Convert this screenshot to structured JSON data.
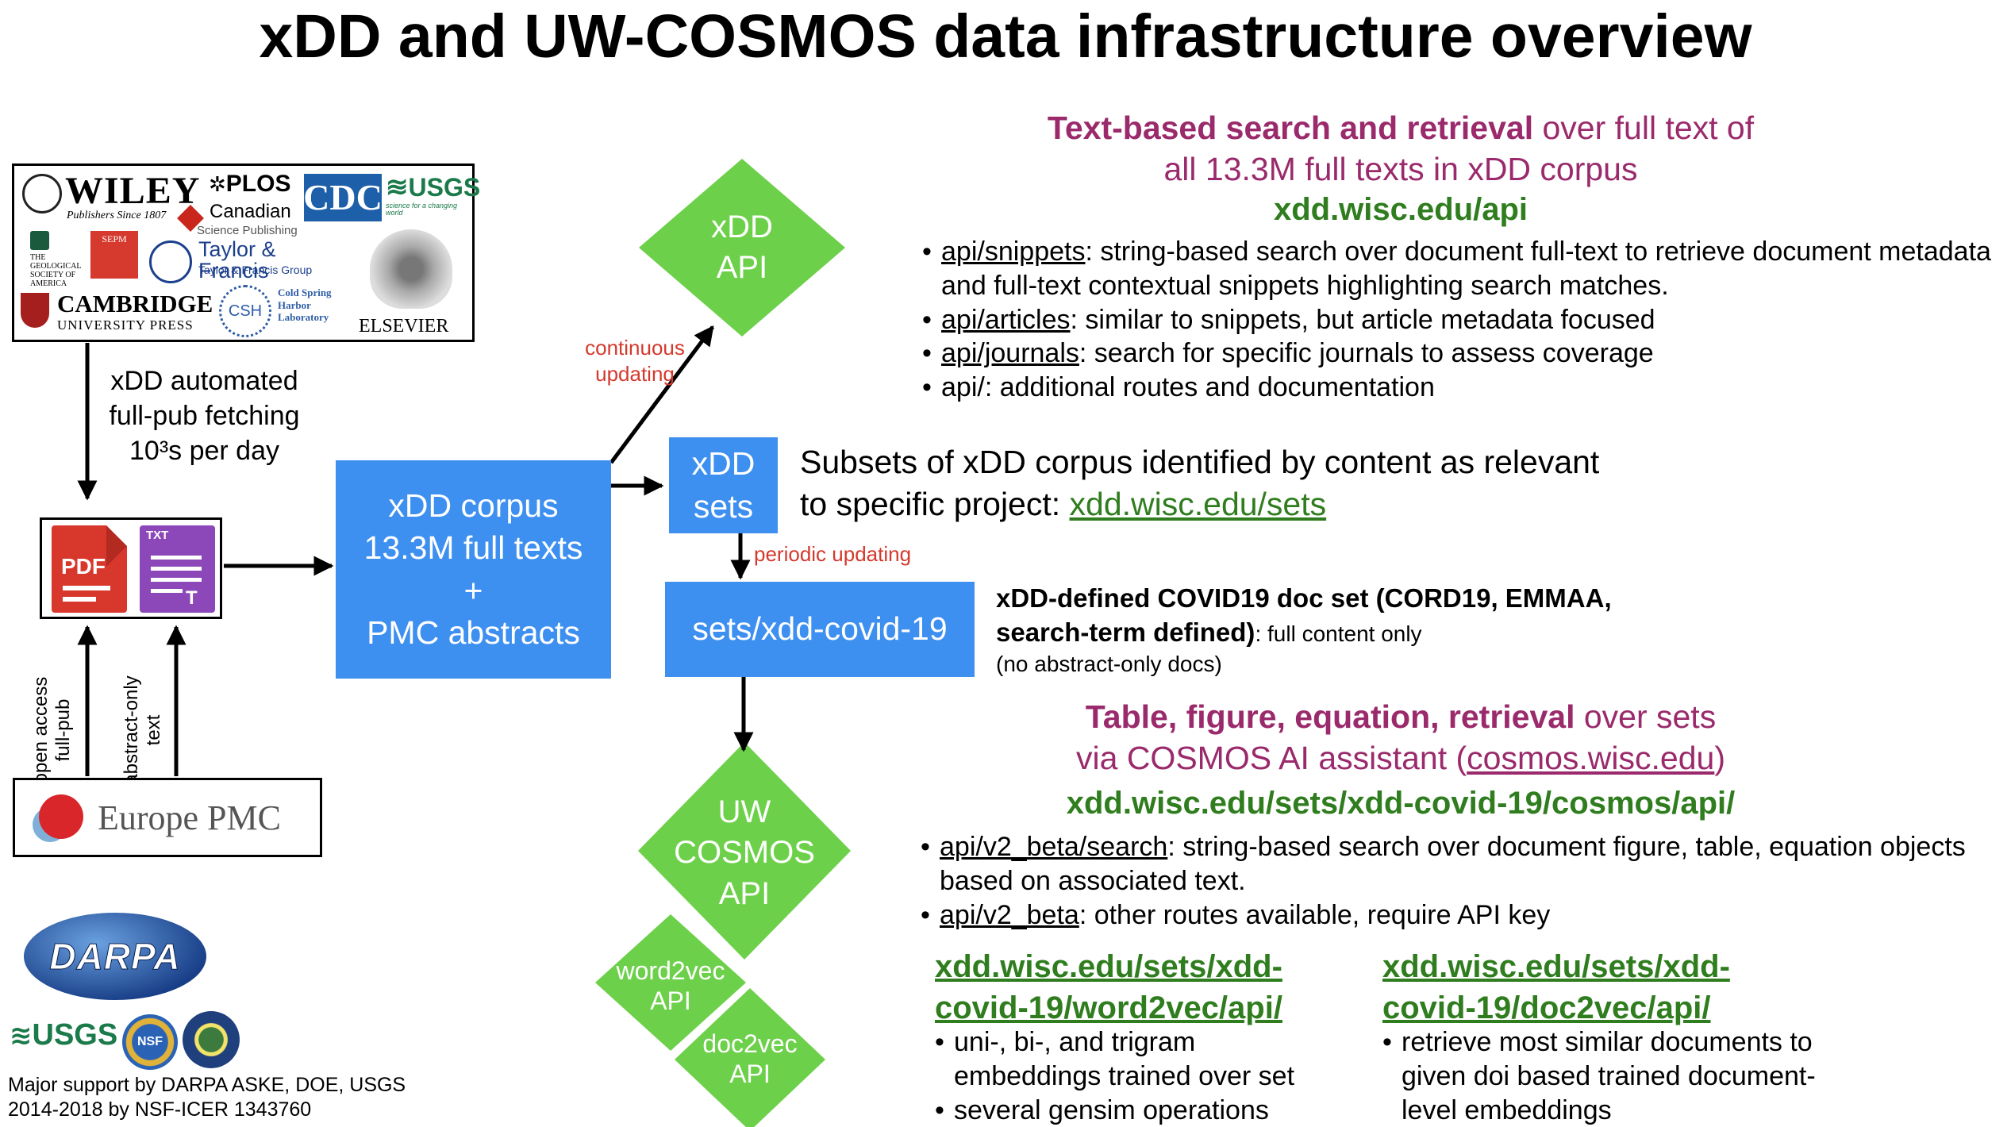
{
  "title": "xDD and UW-COSMOS data infrastructure overview",
  "colors": {
    "box_blue": "#3d8ff0",
    "diamond_green": "#6dd04a",
    "purple": "#9a2a6b",
    "link_green": "#2f7d1e",
    "red_note": "#d4392d"
  },
  "publishers": {
    "wiley": "WILEY",
    "wiley_sub": "Publishers Since 1807",
    "plos": "PLOS",
    "canadian": "Canadian",
    "canadian_sub": "Science Publishing",
    "cdc": "CDC",
    "usgs": "USGS",
    "usgs_sub": "science for a changing world",
    "gsa": "THE GEOLOGICAL SOCIETY OF AMERICA",
    "sepm": "SEPM",
    "tf": "Taylor & Francis",
    "tf_sub": "Taylor & Francis Group",
    "cambridge": "CAMBRIDGE",
    "cambridge_sub": "UNIVERSITY PRESS",
    "csh": "CSH",
    "csh_sub": "Cold Spring Harbor Laboratory",
    "elsevier": "ELSEVIER"
  },
  "fetching_text": [
    "xDD automated",
    "full-pub fetching",
    "10³s per day"
  ],
  "file_icons": {
    "pdf": "PDF",
    "txt": "TXT",
    "txt_mark": "T"
  },
  "europe_pmc": "Europe PMC",
  "pmc_arrows": {
    "open_access": [
      "open access",
      "full-pub"
    ],
    "abstract_only": [
      "abstract-only",
      "text"
    ]
  },
  "corpus_box": [
    "xDD corpus",
    "13.3M full texts",
    "+",
    "PMC abstracts"
  ],
  "xdd_api_diamond": [
    "xDD",
    "API"
  ],
  "continuous_updating": [
    "continuous",
    "updating"
  ],
  "xdd_sets_box": [
    "xDD",
    "sets"
  ],
  "periodic_updating": "periodic updating",
  "covid_box": "sets/xdd-covid-19",
  "cosmos_diamond": [
    "UW",
    "COSMOS",
    "API"
  ],
  "word2vec_diamond": [
    "word2vec",
    "API"
  ],
  "doc2vec_diamond": [
    "doc2vec",
    "API"
  ],
  "api_section": {
    "heading_bold": "Text-based search and retrieval",
    "heading_rest": " over full text of",
    "heading_line2": "all 13.3M full texts in xDD corpus",
    "link": "xdd.wisc.edu/api",
    "bullets": [
      {
        "code": "api/snippets",
        "text": ": string-based search over document full-text to retrieve document metadata and full-text contextual snippets highlighting search matches."
      },
      {
        "code": "api/articles",
        "text": ": similar to snippets, but article metadata focused"
      },
      {
        "code": "api/journals",
        "text": ": search for specific journals to assess coverage"
      },
      {
        "code": "",
        "text": "api/: additional routes and documentation"
      }
    ]
  },
  "sets_section": {
    "line1": "Subsets of xDD corpus identified by content as relevant",
    "line2_prefix": "to specific project: ",
    "link": "xdd.wisc.edu/sets"
  },
  "covid_desc": {
    "bold": "xDD-defined COVID19 doc set (CORD19, EMMAA, search-term defined)",
    "rest": ": full content only",
    "line3": "(no abstract-only docs)"
  },
  "cosmos_section": {
    "heading_bold": "Table, figure, equation, retrieval",
    "heading_rest": " over sets",
    "line2_prefix": "via COSMOS AI assistant (",
    "line2_link": "cosmos.wisc.edu",
    "line2_suffix": ")",
    "link": "xdd.wisc.edu/sets/xdd-covid-19/cosmos/api/",
    "bullets": [
      {
        "code": "api/v2_beta/search",
        "text": ": string-based search over document figure, table, equation objects based on associated text."
      },
      {
        "code": "api/v2_beta",
        "text": ": other routes available, require API key"
      }
    ]
  },
  "word2vec_section": {
    "link_line1": "xdd.wisc.edu/sets/xdd-",
    "link_line2": "covid-19/word2vec/api/",
    "bullets": [
      "uni-, bi-, and trigram embeddings trained over set",
      "several gensim operations"
    ]
  },
  "doc2vec_section": {
    "link_line1": "xdd.wisc.edu/sets/xdd-",
    "link_line2": "covid-19/doc2vec/api/",
    "bullets": [
      "retrieve most similar documents to given doi based trained document-level embeddings"
    ]
  },
  "funders": {
    "darpa": "DARPA",
    "usgs": "USGS",
    "nsf": "NSF"
  },
  "support": [
    "Major support by DARPA ASKE, DOE, USGS",
    "2014-2018 by NSF-ICER 1343760"
  ]
}
